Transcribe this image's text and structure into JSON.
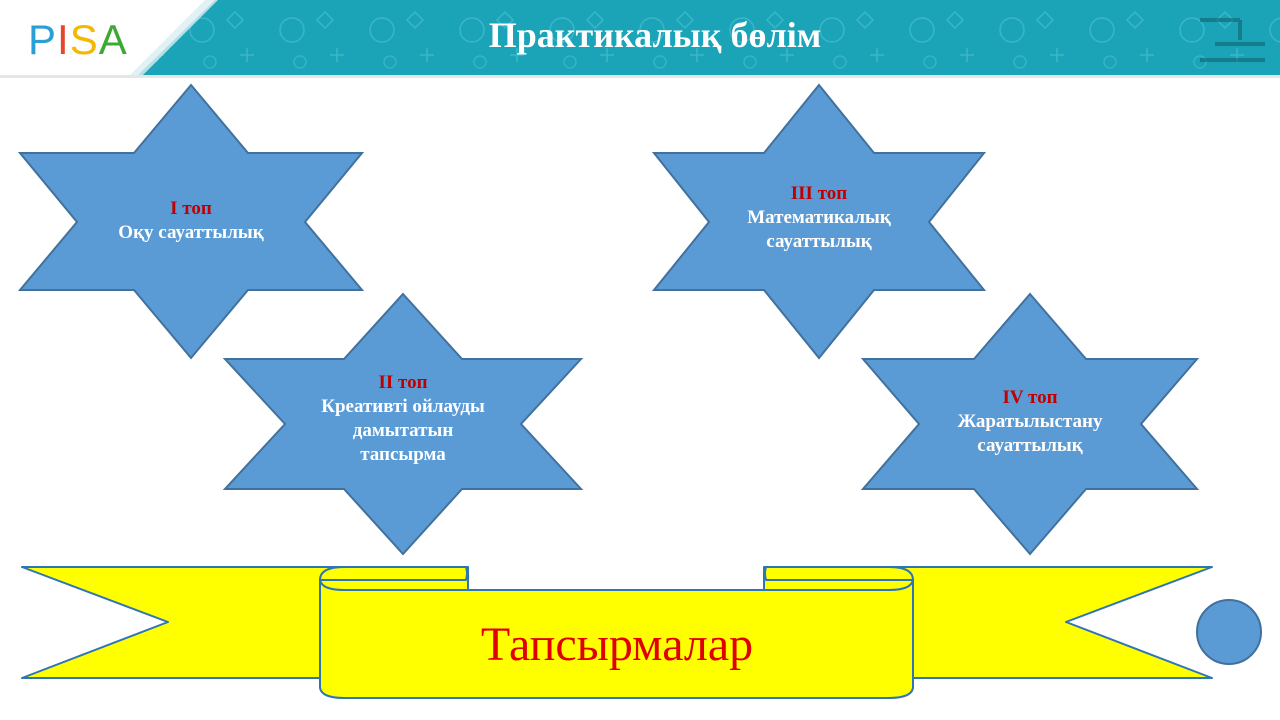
{
  "header": {
    "logo_letters": [
      "P",
      "I",
      "S",
      "A"
    ],
    "logo_colors": [
      "#2a9fd6",
      "#e8452c",
      "#f5b800",
      "#3aaa35"
    ],
    "title": "Практикалық бөлім",
    "band_color": "#1ba3b8"
  },
  "stars": [
    {
      "group": "I топ",
      "lines": [
        "Оқу сауаттылық"
      ]
    },
    {
      "group": "II топ",
      "lines": [
        "Креативті ойлауды",
        "дамытатын",
        "тапсырма"
      ]
    },
    {
      "group": "III топ",
      "lines": [
        "Математикалық",
        "сауаттылық"
      ]
    },
    {
      "group": "IV топ",
      "lines": [
        "Жаратылыстану",
        "сауаттылық"
      ]
    }
  ],
  "banner": {
    "label": "Тапсырмалар"
  },
  "colors": {
    "star_fill": "#5b9bd5",
    "star_stroke": "#41719c",
    "banner_fill": "#ffff00",
    "banner_stroke": "#2e75b6",
    "group_text": "#c00000",
    "banner_text": "#e00000"
  }
}
